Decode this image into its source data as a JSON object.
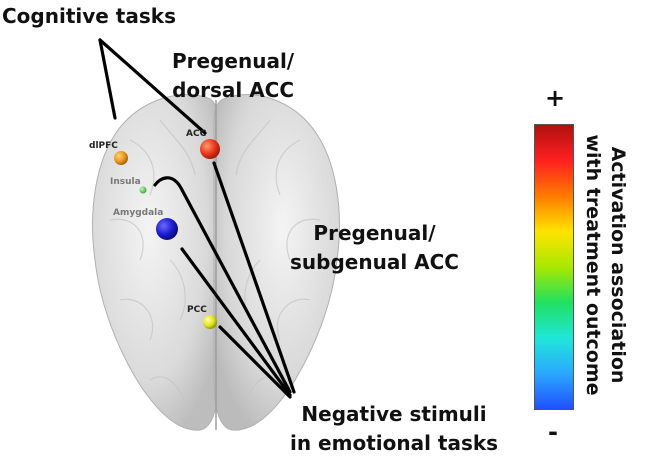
{
  "labels": {
    "cognitive_tasks": "Cognitive tasks",
    "pregenual_dorsal_line1": "Pregenual/",
    "pregenual_dorsal_line2": "dorsal ACC",
    "pregenual_subgenual_line1": "Pregenual/",
    "pregenual_subgenual_line2": "subgenual ACC",
    "negative_line1": "Negative stimuli",
    "negative_line2": "in emotional tasks"
  },
  "regions": {
    "dlpfc": "dlPFC",
    "acc": "ACC",
    "insula": "Insula",
    "amygdala": "Amygdala",
    "pcc": "PCC"
  },
  "colorbar": {
    "plus": "+",
    "minus": "-",
    "title_line1": "Activation association",
    "title_line2": "with treatment outcome",
    "gradient_top_to_bottom": [
      "#b01010",
      "#ff2020",
      "#ff7a00",
      "#ffe400",
      "#a8e800",
      "#20e060",
      "#20e6d8",
      "#2aa8ff",
      "#2050ff"
    ]
  },
  "colors": {
    "dlpfc": "#e8961a",
    "acc": "#e8321a",
    "insula": "#4ad04a",
    "amygdala": "#1a1ad0",
    "pcc": "#e2e21a"
  }
}
